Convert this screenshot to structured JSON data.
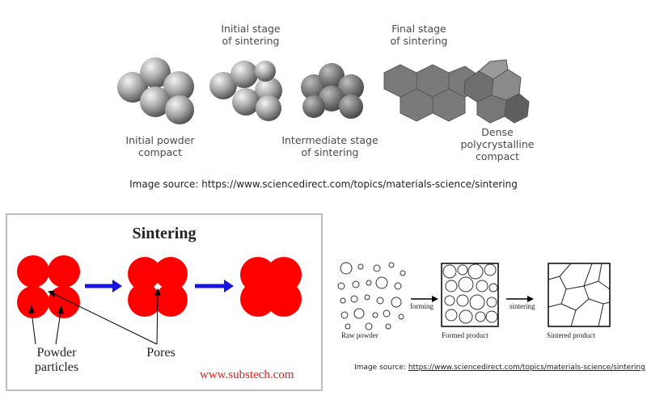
{
  "top_diagram": {
    "labels": {
      "initial_stage": "Initial stage\nof sintering",
      "final_stage": "Final stage\nof sintering",
      "initial_powder": "Initial powder\ncompact",
      "intermediate_stage": "Intermediate stage\nof sintering",
      "dense": "Dense\npolycrystalline\ncompact"
    },
    "source_text": "Image source: https://www.sciencedirect.com/topics/materials-science/sintering"
  },
  "sintering_panel": {
    "title": "Sintering",
    "powder_label": "Powder\nparticles",
    "pores_label": "Pores",
    "site": "www.substech.com",
    "particle_color": "#ff0000",
    "arrow_color": "#1515e0"
  },
  "process_diagram": {
    "raw": "Raw powder",
    "forming": "forming",
    "formed": "Formed product",
    "sintering": "sintering",
    "sintered": "Sintered product"
  },
  "bottom_source": {
    "prefix": "Image source: ",
    "link": "https://www.sciencedirect.com/topics/materials-science/sintering"
  }
}
